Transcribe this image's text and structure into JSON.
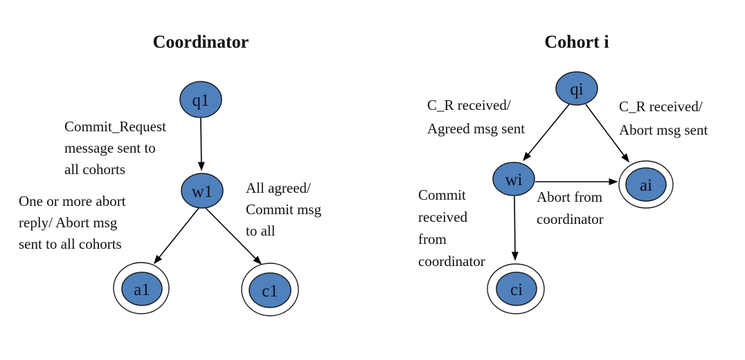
{
  "colors": {
    "state_fill": "#4f81bd",
    "state_stroke": "#1a1a1a",
    "arrow": "#000000",
    "text": "#111111",
    "background": "#ffffff"
  },
  "coordinator": {
    "title": "Coordinator",
    "states": {
      "q1": "q1",
      "w1": "w1",
      "a1": "a1",
      "c1": "c1"
    },
    "edges": {
      "q1_w1": "Commit_Request\nmessage sent to\nall cohorts",
      "w1_a1": "One or more abort\nreply/ Abort msg\nsent to all cohorts",
      "w1_c1": "All agreed/\nCommit msg\nto all"
    }
  },
  "cohort": {
    "title": "Cohort i",
    "states": {
      "qi": "qi",
      "wi": "wi",
      "ai": "ai",
      "ci": "ci"
    },
    "edges": {
      "qi_wi": "C_R received/\nAgreed msg sent",
      "qi_ai": "C_R received/\nAbort msg sent",
      "wi_ci": "Commit\nreceived\nfrom\ncoordinator",
      "wi_ai": "Abort from\ncoordinator"
    }
  }
}
